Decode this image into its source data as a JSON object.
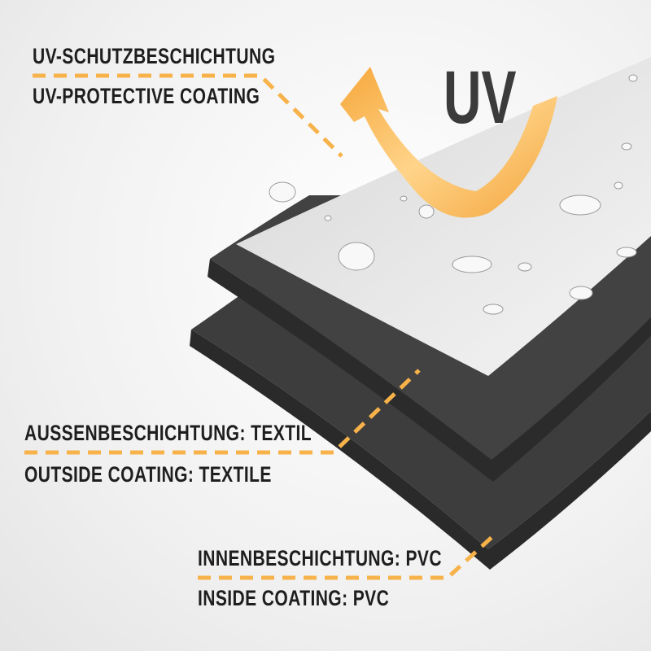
{
  "labels": {
    "uv_de": "UV-SCHUTZBESCHICHTUNG",
    "uv_en": "UV-PROTECTIVE COATING",
    "outside_de": "AUSSENBESCHICHTUNG: TEXTIL",
    "outside_en": "OUTSIDE COATING: TEXTILE",
    "inside_de": "INNENBESCHICHTUNG: PVC",
    "inside_en": "INSIDE COATING: PVC"
  },
  "uv_symbol": "UV",
  "colors": {
    "accent": "#f7b24a",
    "text": "#1e1e1e",
    "dark_layer": "#3a3a3a",
    "light_layer": "#e2e2e2"
  }
}
